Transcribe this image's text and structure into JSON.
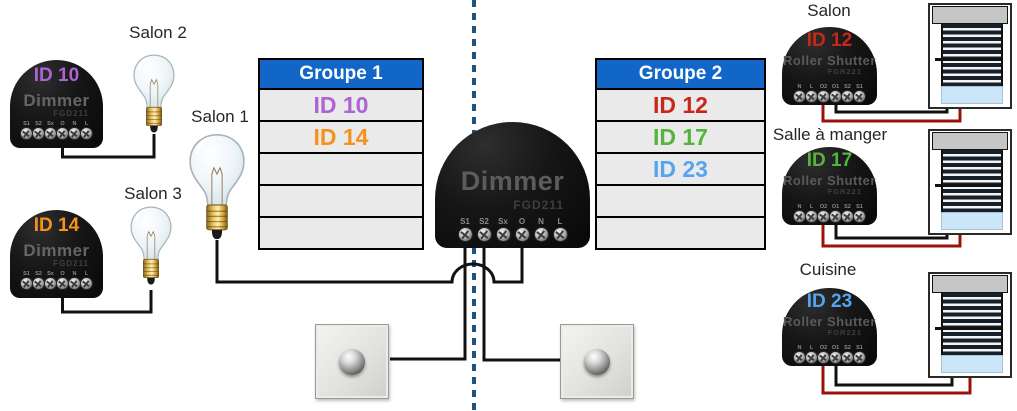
{
  "divider_color": "#1F5380",
  "colors": {
    "table_header_bg": "#1166C7",
    "wire_black": "#111111",
    "wire_red": "#9A130B"
  },
  "groups": [
    {
      "title": "Groupe 1",
      "rows": [
        {
          "label": "ID 10",
          "color": "#AE63D4"
        },
        {
          "label": "ID 14",
          "color": "#F5921C"
        },
        {
          "label": ""
        },
        {
          "label": ""
        },
        {
          "label": ""
        }
      ]
    },
    {
      "title": "Groupe 2",
      "rows": [
        {
          "label": "ID 12",
          "color": "#C8281A"
        },
        {
          "label": "ID 17",
          "color": "#55B43A"
        },
        {
          "label": "ID 23",
          "color": "#55A4F0"
        },
        {
          "label": ""
        },
        {
          "label": ""
        }
      ]
    }
  ],
  "dimmers": {
    "left_top": {
      "id": "ID 10",
      "id_color": "#AE63D4",
      "name": "Dimmer",
      "model": "FGD211",
      "terminals": [
        "S1",
        "S2",
        "Sx",
        "O",
        "N",
        "L"
      ]
    },
    "left_bottom": {
      "id": "ID 14",
      "id_color": "#F5921C",
      "name": "Dimmer",
      "model": "FGD211",
      "terminals": [
        "S1",
        "S2",
        "Sx",
        "O",
        "N",
        "L"
      ]
    },
    "center": {
      "name": "Dimmer",
      "model": "FGD211",
      "terminals": [
        "S1",
        "S2",
        "Sx",
        "O",
        "N",
        "L"
      ]
    }
  },
  "bulbs": {
    "salon2": {
      "label": "Salon 2"
    },
    "salon1": {
      "label": "Salon 1"
    },
    "salon3": {
      "label": "Salon 3"
    }
  },
  "shutters": [
    {
      "room": "Salon",
      "id": "ID 12",
      "id_color": "#C8281A",
      "name": "Roller Shutter",
      "model": "FGR221",
      "terminals": [
        "N",
        "L",
        "O2",
        "O1",
        "S2",
        "S1"
      ]
    },
    {
      "room": "Salle à manger",
      "id": "ID 17",
      "id_color": "#55B43A",
      "name": "Roller Shutter",
      "model": "FGR221",
      "terminals": [
        "N",
        "L",
        "O2",
        "O1",
        "S2",
        "S1"
      ]
    },
    {
      "room": "Cuisine",
      "id": "ID 23",
      "id_color": "#55A4F0",
      "name": "Roller Shutter",
      "model": "FGR221",
      "terminals": [
        "N",
        "L",
        "O2",
        "O1",
        "S2",
        "S1"
      ]
    }
  ]
}
